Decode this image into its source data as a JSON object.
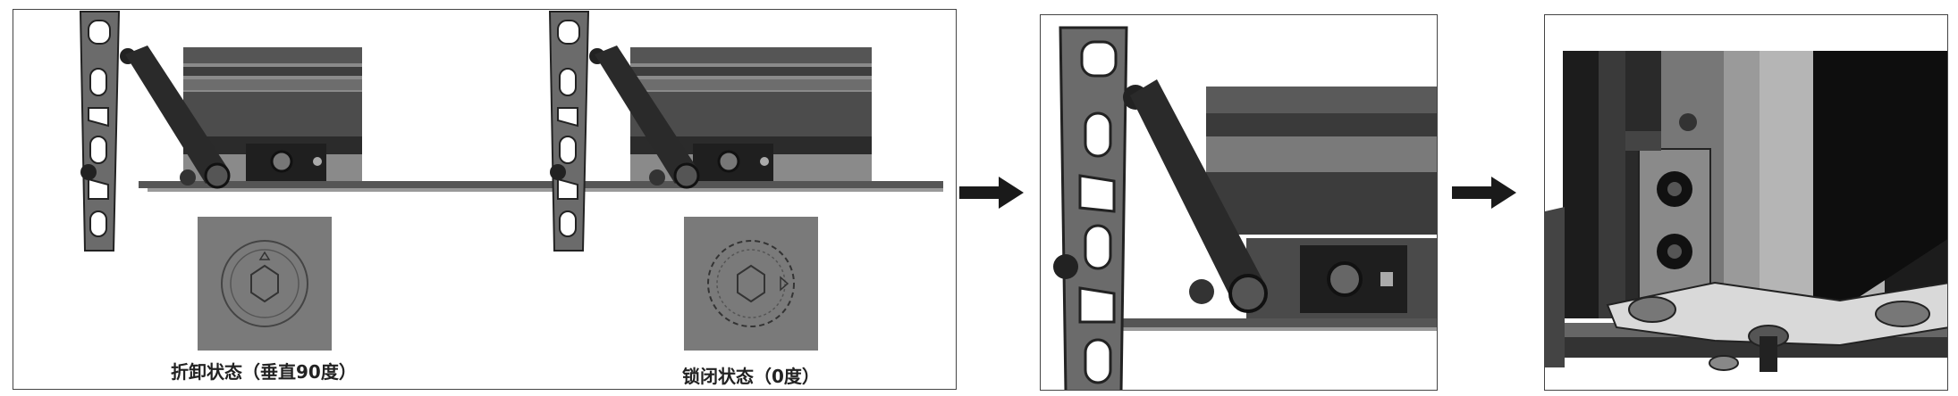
{
  "panel1": {
    "captions": {
      "folded": "折卸状态（垂直90度）",
      "locked": "锁闭状态（0度）"
    }
  },
  "arrows": [
    "arrow-right",
    "arrow-right"
  ]
}
